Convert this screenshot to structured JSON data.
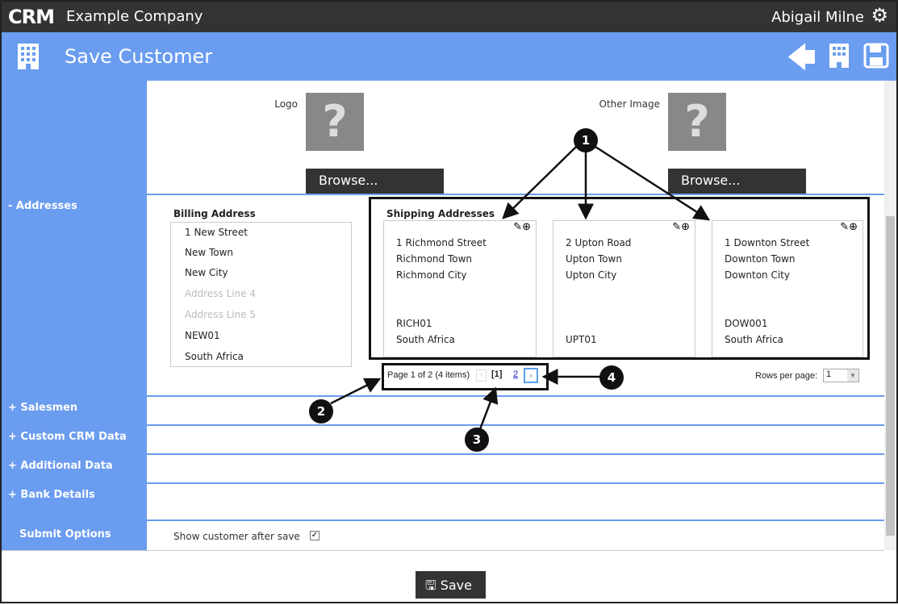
{
  "header": {
    "logo": "CRM",
    "company": "Example Company",
    "user": "Abigail Milne"
  },
  "titlebar": {
    "title": "Save Customer"
  },
  "images": {
    "logo_label": "Logo",
    "other_label": "Other Image",
    "placeholder": "?",
    "browse": "Browse..."
  },
  "sections": {
    "addresses": "- Addresses",
    "salesmen": "+ Salesmen",
    "custom": "+ Custom CRM Data",
    "additional": "+ Additional Data",
    "bank": "+ Bank Details",
    "submit": "Submit Options"
  },
  "billing": {
    "title": "Billing Address",
    "lines": [
      "1 New Street",
      "New Town",
      "New City",
      "Address Line 4",
      "Address Line 5",
      "NEW01",
      "South Africa"
    ]
  },
  "shipping": {
    "title": "Shipping Addresses",
    "cards": [
      {
        "l1": "1 Richmond Street",
        "l2": "Richmond Town",
        "l3": "Richmond City",
        "code": "RICH01",
        "country": "South Africa"
      },
      {
        "l1": "2 Upton Road",
        "l2": "Upton Town",
        "l3": "Upton City",
        "code": "",
        "country": "UPT01"
      },
      {
        "l1": "1 Downton Street",
        "l2": "Downton Town",
        "l3": "Downton City",
        "code": "DOW001",
        "country": "South Africa"
      }
    ]
  },
  "pager": {
    "info": "Page 1 of 2 (4 items)",
    "current": "[1]",
    "page2": "2",
    "rows_label": "Rows per page:",
    "rows_value": "1"
  },
  "submit": {
    "show_after_save": "Show customer after save",
    "checked": true
  },
  "save": "Save",
  "callouts": [
    "1",
    "2",
    "3",
    "4"
  ],
  "colors": {
    "accent": "#6a9cf0",
    "dark": "#333333"
  }
}
